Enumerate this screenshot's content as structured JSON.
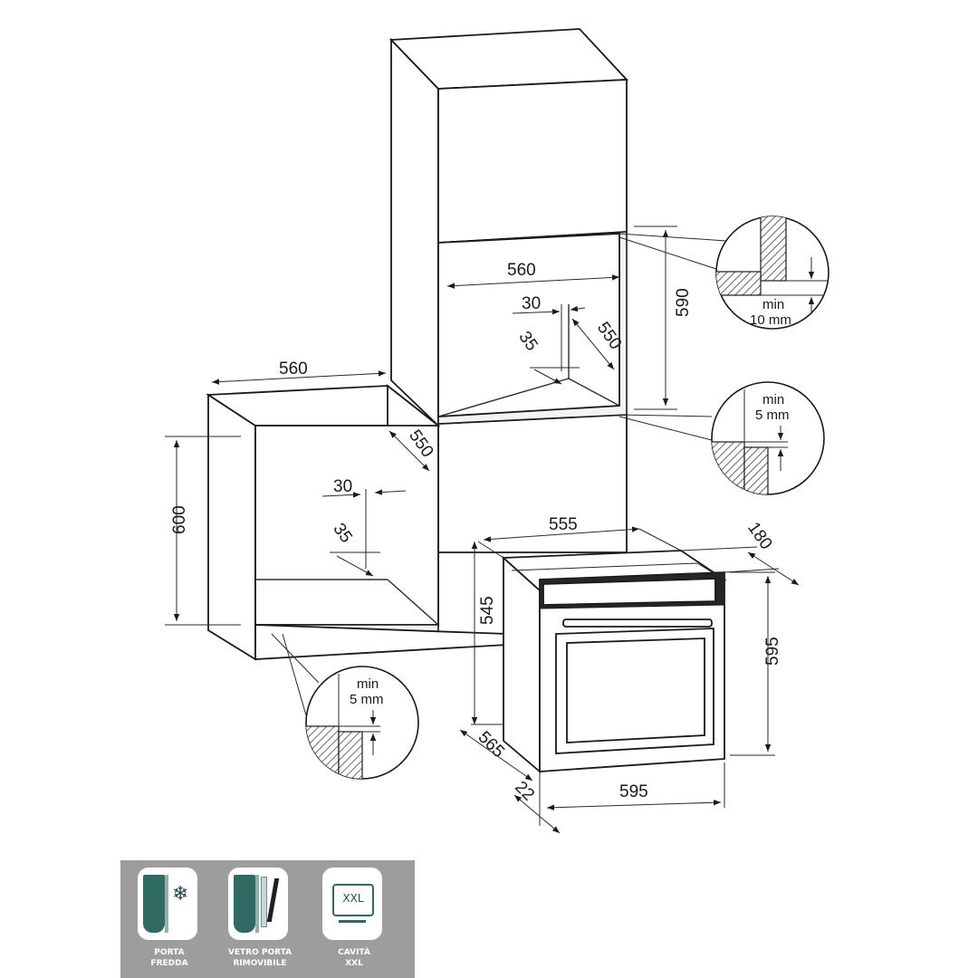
{
  "dimensions": {
    "column_width": "560",
    "column_depth": "550",
    "column_height": "590",
    "column_gap": "30",
    "column_rear": "35",
    "base_width": "560",
    "base_depth": "550",
    "base_height": "600",
    "base_gap": "30",
    "base_rear": "35",
    "oven_width_top": "555",
    "oven_depth_panel": "180",
    "oven_body_height": "545",
    "oven_height": "595",
    "oven_depth": "565",
    "oven_front": "22",
    "oven_width": "595"
  },
  "details": {
    "top": {
      "line1": "min",
      "line2": "10 mm"
    },
    "right": {
      "line1": "min",
      "line2": "5 mm"
    },
    "bottom": {
      "line1": "min",
      "line2": "5 mm"
    }
  },
  "features": [
    {
      "line1": "PORTA",
      "line2": "FREDDA",
      "icon": "snowflake-icon"
    },
    {
      "line1": "VETRO PORTA",
      "line2": "RIMOVIBILE",
      "icon": "glass-icon"
    },
    {
      "line1": "CAVITÀ",
      "line2": "XXL",
      "icon": "xxl-icon",
      "badge": "XXL"
    }
  ],
  "colors": {
    "feature_panel": "#9d9d9d",
    "icon_accent": "#2f6a63"
  }
}
